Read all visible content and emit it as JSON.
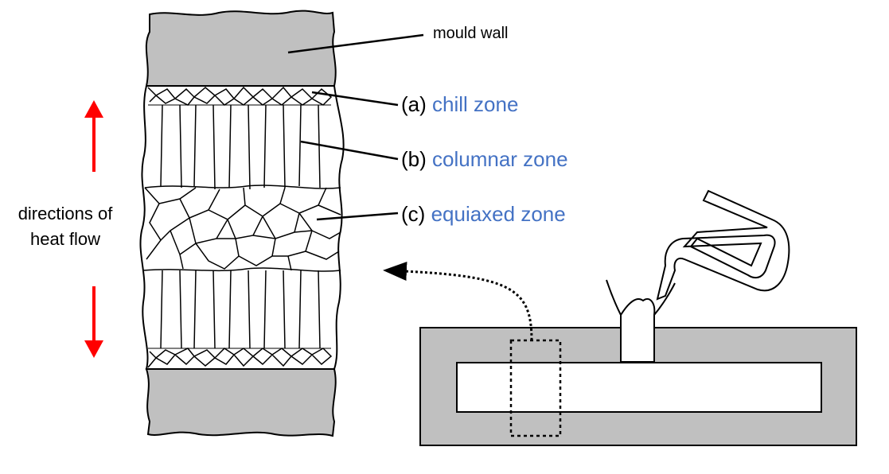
{
  "labels": {
    "mould_wall": "mould wall",
    "heat_flow_line1": "directions of",
    "heat_flow_line2": "heat flow"
  },
  "zones": [
    {
      "prefix": "(a)",
      "name": "chill zone"
    },
    {
      "prefix": "(b)",
      "name": "columnar zone"
    },
    {
      "prefix": "(c)",
      "name": "equiaxed zone"
    }
  ],
  "colors": {
    "mould_fill": "#c0c0c0",
    "zone_text": "#4472C4",
    "heat_arrow": "#ff0000",
    "outline": "#000000"
  }
}
